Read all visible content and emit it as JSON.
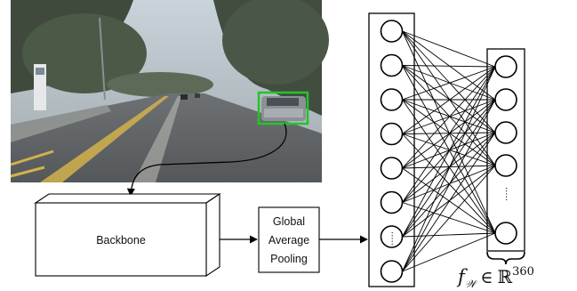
{
  "backbone": {
    "label": "Backbone"
  },
  "pooling": {
    "lines": [
      "Global",
      "Average",
      "Pooling"
    ]
  },
  "layer1": {
    "visible_neurons": 8,
    "ellipsis": "·····"
  },
  "layer2": {
    "visible_neurons": 5,
    "ellipsis": "·····"
  },
  "output": {
    "f": "f",
    "sub": "𝒲",
    "in": "∈",
    "set": "ℝ",
    "sup": "360"
  },
  "colors": {
    "detection_box": "#22c52a",
    "stroke": "#000000"
  }
}
